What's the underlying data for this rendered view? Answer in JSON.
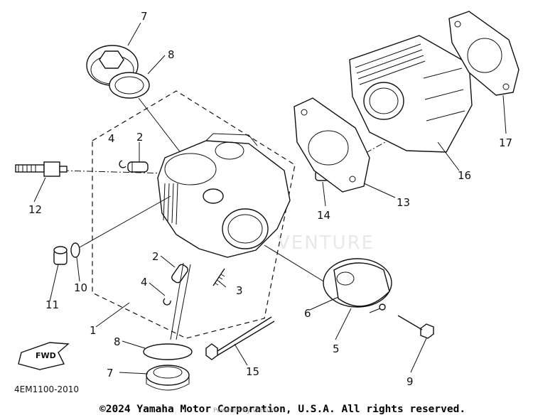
{
  "diagram": {
    "part_code": "4EM1100-2010",
    "fwd_label": "FWD",
    "watermark": "VENTURE",
    "callouts": {
      "c1": "1",
      "c2a": "2",
      "c2b": "2",
      "c3": "3",
      "c4a": "4",
      "c4b": "4",
      "c5": "5",
      "c6": "6",
      "c7a": "7",
      "c7b": "7",
      "c8a": "8",
      "c8b": "8",
      "c9": "9",
      "c10": "10",
      "c11": "11",
      "c12": "12",
      "c13": "13",
      "c14": "14",
      "c15": "15",
      "c16": "16",
      "c17": "17"
    }
  },
  "footer": {
    "copyright": "©2024 Yamaha Motor Corporation, U.S.A. All rights reserved.",
    "watermark_small": "Powered by Venture"
  }
}
